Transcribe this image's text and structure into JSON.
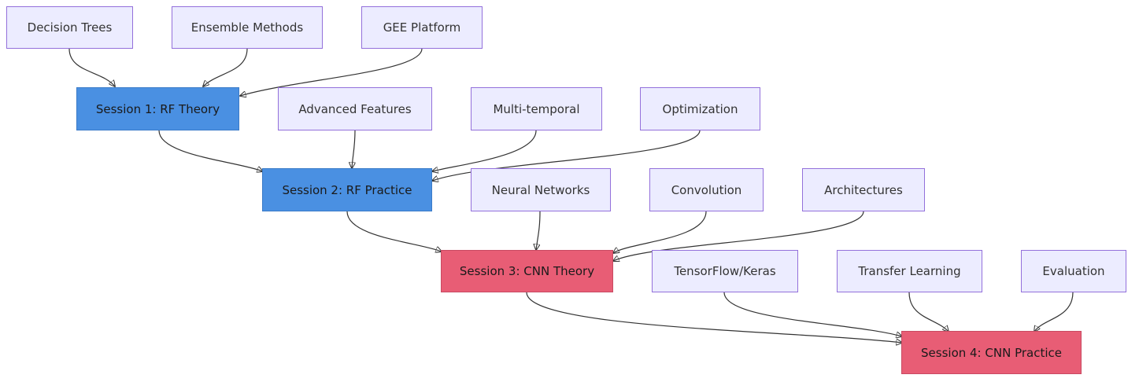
{
  "nodes": {
    "decision_trees": "Decision Trees",
    "ensemble_methods": "Ensemble Methods",
    "gee_platform": "GEE Platform",
    "session1": "Session 1: RF Theory",
    "advanced_features": "Advanced Features",
    "multi_temporal": "Multi-temporal",
    "optimization": "Optimization",
    "session2": "Session 2: RF Practice",
    "neural_networks": "Neural Networks",
    "convolution": "Convolution",
    "architectures": "Architectures",
    "session3": "Session 3: CNN Theory",
    "tensorflow_keras": "TensorFlow/Keras",
    "transfer_learning": "Transfer Learning",
    "evaluation": "Evaluation",
    "session4": "Session 4: CNN Practice"
  },
  "colors": {
    "topic_fill": "#ececff",
    "topic_border": "#9370db",
    "rf_session": "#4a90e2",
    "cnn_session": "#e85d75",
    "edge": "#333333"
  },
  "edges": [
    [
      "decision_trees",
      "session1"
    ],
    [
      "ensemble_methods",
      "session1"
    ],
    [
      "gee_platform",
      "session1"
    ],
    [
      "session1",
      "session2"
    ],
    [
      "advanced_features",
      "session2"
    ],
    [
      "multi_temporal",
      "session2"
    ],
    [
      "optimization",
      "session2"
    ],
    [
      "session2",
      "session3"
    ],
    [
      "neural_networks",
      "session3"
    ],
    [
      "convolution",
      "session3"
    ],
    [
      "architectures",
      "session3"
    ],
    [
      "session3",
      "session4"
    ],
    [
      "tensorflow_keras",
      "session4"
    ],
    [
      "transfer_learning",
      "session4"
    ],
    [
      "evaluation",
      "session4"
    ]
  ]
}
